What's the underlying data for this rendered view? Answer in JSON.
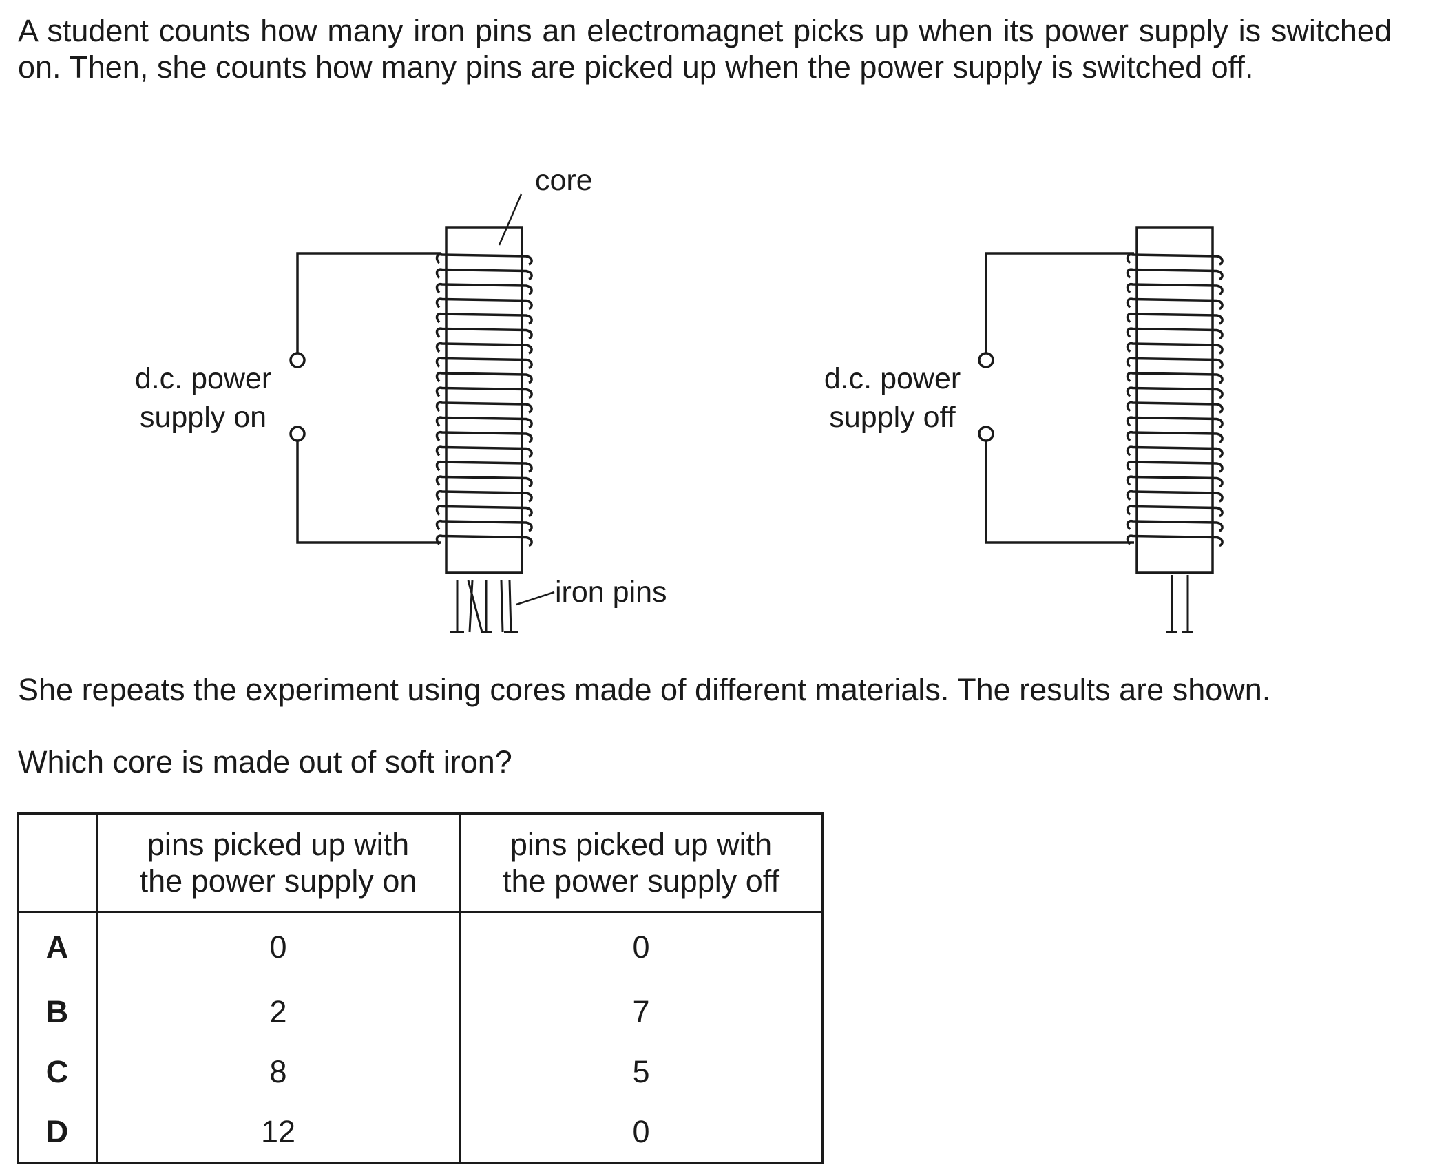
{
  "question": {
    "intro": "A student counts how many iron pins an electromagnet picks up when its power supply is switched on. Then, she counts how many pins are picked up when the power supply is switched off.",
    "repeat_text": "She repeats the experiment using cores made of different materials. The results are shown.",
    "prompt": "Which core is made out of soft iron?"
  },
  "diagram": {
    "core_label": "core",
    "pins_label": "iron pins",
    "left_supply": [
      "d.c. power",
      "supply on"
    ],
    "right_supply": [
      "d.c. power",
      "supply off"
    ]
  },
  "table": {
    "headers": [
      "",
      "pins picked up with the power supply on",
      "pins picked up with the power supply off"
    ],
    "header_lines": [
      [
        "pins picked up with",
        "the power supply on"
      ],
      [
        "pins picked up with",
        "the power supply off"
      ]
    ],
    "rows": [
      {
        "key": "A",
        "on": "0",
        "off": "0"
      },
      {
        "key": "B",
        "on": "2",
        "off": "7"
      },
      {
        "key": "C",
        "on": "8",
        "off": "5"
      },
      {
        "key": "D",
        "on": "12",
        "off": "0"
      }
    ]
  }
}
